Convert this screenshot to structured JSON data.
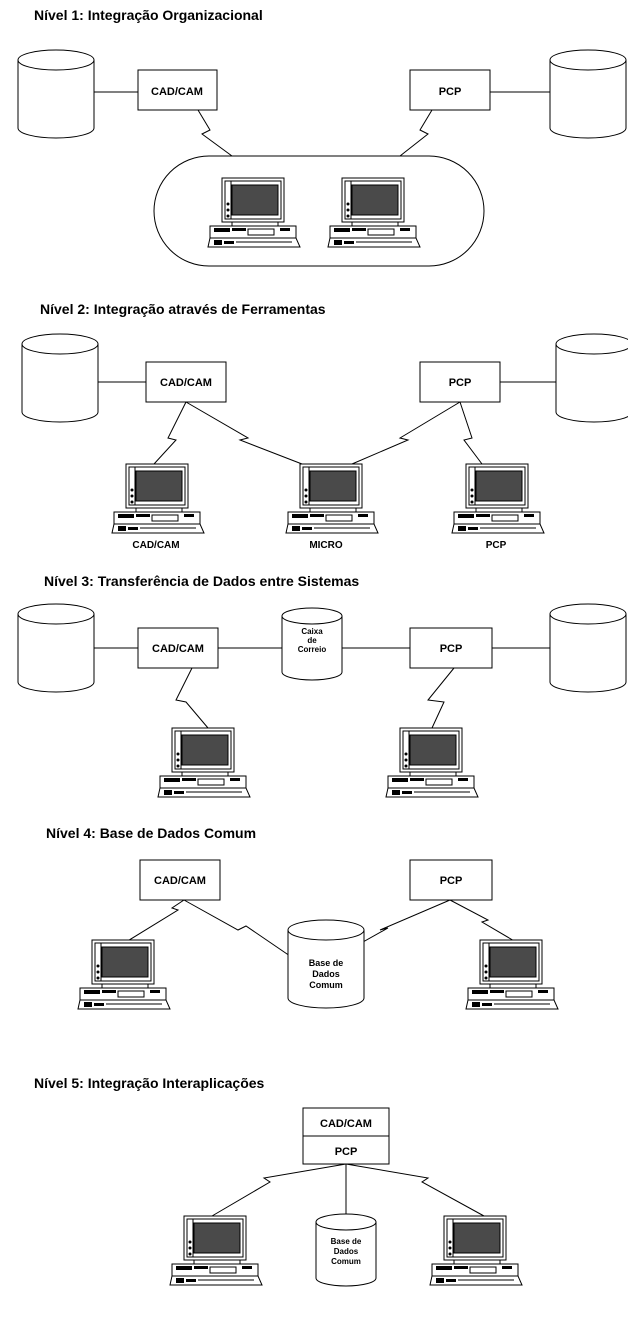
{
  "levels": [
    {
      "title": "Nível 1: Integração Organizacional",
      "box_left": "CAD/CAM",
      "box_right": "PCP"
    },
    {
      "title": "Nível 2: Integração através de Ferramentas",
      "box_left": "CAD/CAM",
      "box_right": "PCP",
      "pc_labels": [
        "CAD/CAM",
        "MICRO",
        "PCP"
      ]
    },
    {
      "title": "Nível 3: Transferência de Dados entre Sistemas",
      "box_left": "CAD/CAM",
      "box_right": "PCP",
      "db_lines": [
        "Caixa",
        "de",
        "Correio"
      ]
    },
    {
      "title": "Nível 4: Base de Dados Comum",
      "box_left": "CAD/CAM",
      "box_right": "PCP",
      "db_lines": [
        "Base de",
        "Dados",
        "Comum"
      ]
    },
    {
      "title": "Nível 5: Integração Interaplicações",
      "box_top": "CAD/CAM",
      "box_bottom": "PCP",
      "db_lines": [
        "Base de",
        "Dados",
        "Comum"
      ]
    }
  ]
}
